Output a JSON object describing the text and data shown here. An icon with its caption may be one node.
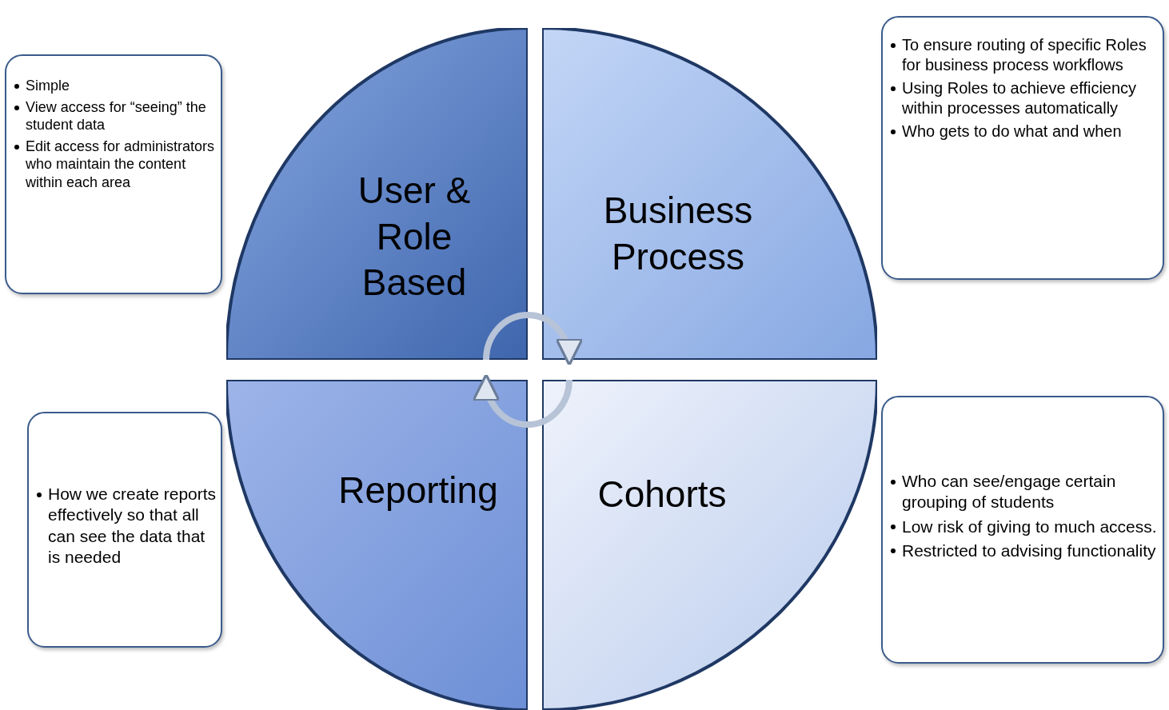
{
  "diagram": {
    "nodes": [
      {
        "text": [
          "Simple",
          "View access for “seeing” the student data",
          "Edit access for administrators who maintain the content within each area"
        ]
      },
      {
        "text": [
          "User & Role Based"
        ]
      },
      {
        "text": [
          "Business Process"
        ]
      },
      {
        "text": [
          "To ensure routing of specific Roles for business process workflows",
          "Using Roles to achieve efficiency within processes automatically",
          "Who gets to do what and when"
        ]
      },
      {
        "text": [
          "How we create reports effectively so that all can see the data that is needed"
        ]
      },
      {
        "text": [
          "Reporting"
        ]
      },
      {
        "text": [
          "Cohorts"
        ]
      },
      {
        "text": [
          "Who can see/engage certain grouping of students",
          "Low risk of giving to much access.",
          "Restricted to advising functionality"
        ]
      }
    ],
    "edges": [
      {
        "from": 1,
        "to": 2,
        "arrow": "to"
      },
      {
        "from": 6,
        "to": 5,
        "arrow": "to"
      }
    ]
  }
}
